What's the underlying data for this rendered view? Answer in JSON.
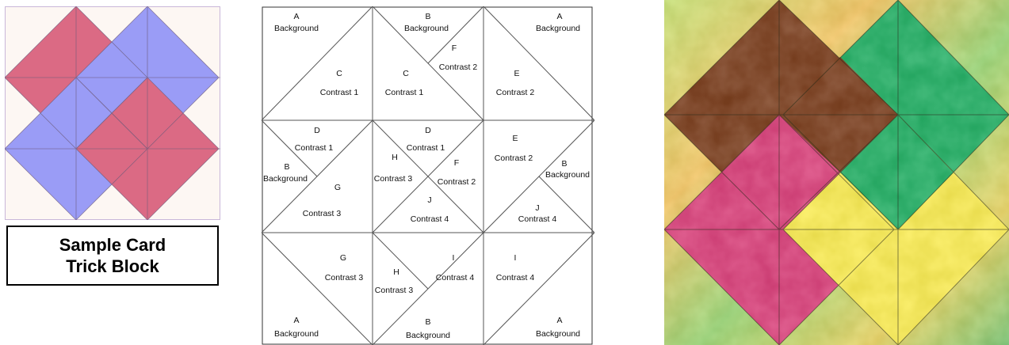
{
  "caption": {
    "line1": "Sample Card",
    "line2": "Trick Block"
  },
  "colors": {
    "pink": "#db6a84",
    "blue": "#9a9cf6",
    "sample_background": "#fdf7f3",
    "fabric_brown": "#6e3512",
    "fabric_green": "#1fa05a",
    "fabric_magenta": "#c8386e",
    "fabric_yellow": "#e6d94a",
    "fabric_background": "#a7c95a"
  },
  "diagram": {
    "cells": [
      {
        "id": "r1c1",
        "labels": [
          {
            "letter": "A",
            "name": "Background"
          },
          {
            "letter": "C",
            "name": "Contrast 1"
          }
        ]
      },
      {
        "id": "r1c2",
        "labels": [
          {
            "letter": "B",
            "name": "Background"
          },
          {
            "letter": "F",
            "name": "Contrast 2"
          },
          {
            "letter": "C",
            "name": "Contrast 1"
          }
        ]
      },
      {
        "id": "r1c3",
        "labels": [
          {
            "letter": "A",
            "name": "Background"
          },
          {
            "letter": "E",
            "name": "Contrast 2"
          }
        ]
      },
      {
        "id": "r2c1",
        "labels": [
          {
            "letter": "D",
            "name": "Contrast 1"
          },
          {
            "letter": "B",
            "name": "Background"
          },
          {
            "letter": "G",
            "name": "Contrast 3"
          }
        ]
      },
      {
        "id": "r2c2",
        "labels": [
          {
            "letter": "D",
            "name": "Contrast 1"
          },
          {
            "letter": "H",
            "name": "Contrast 3"
          },
          {
            "letter": "F",
            "name": "Contrast 2"
          },
          {
            "letter": "J",
            "name": "Contrast 4"
          }
        ]
      },
      {
        "id": "r2c3",
        "labels": [
          {
            "letter": "E",
            "name": "Contrast 2"
          },
          {
            "letter": "B",
            "name": "Background"
          },
          {
            "letter": "J",
            "name": "Contrast 4"
          }
        ]
      },
      {
        "id": "r3c1",
        "labels": [
          {
            "letter": "G",
            "name": "Contrast 3"
          },
          {
            "letter": "A",
            "name": "Background"
          }
        ]
      },
      {
        "id": "r3c2",
        "labels": [
          {
            "letter": "H",
            "name": "Contrast 3"
          },
          {
            "letter": "I",
            "name": "Contrast 4"
          },
          {
            "letter": "B",
            "name": "Background"
          }
        ]
      },
      {
        "id": "r3c3",
        "labels": [
          {
            "letter": "I",
            "name": "Contrast 4"
          },
          {
            "letter": "A",
            "name": "Background"
          }
        ]
      }
    ]
  }
}
